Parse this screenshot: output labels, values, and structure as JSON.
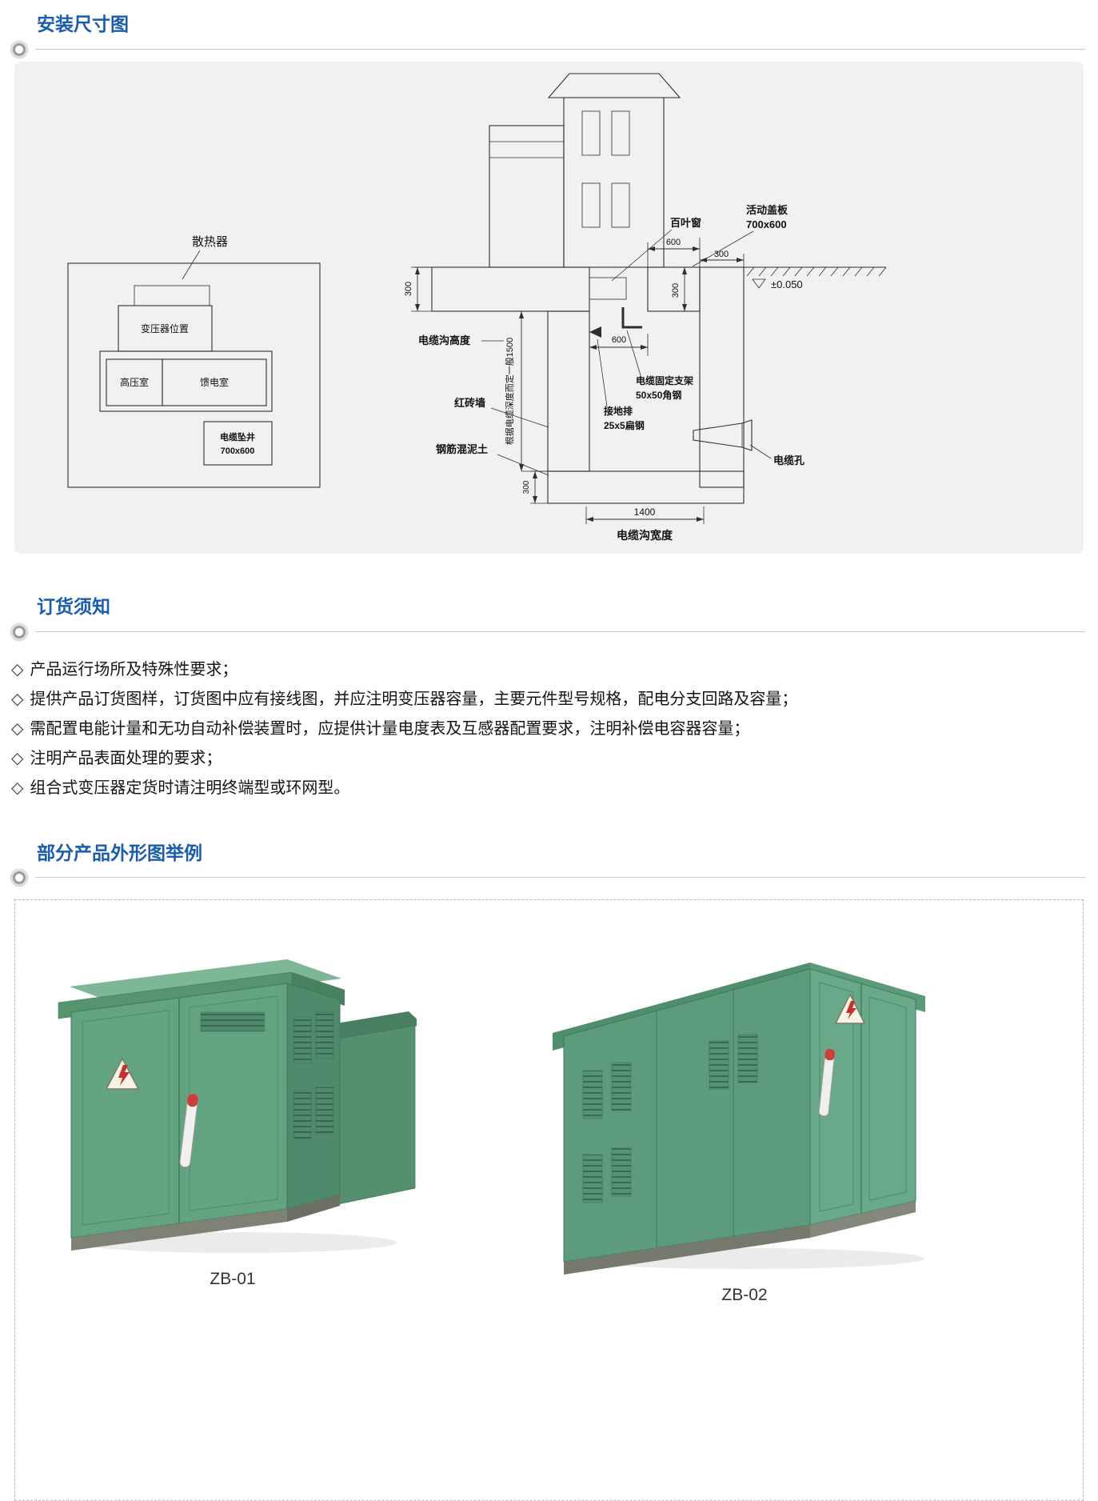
{
  "colors": {
    "accent": "#1a5dab",
    "panel_bg": "#f1f1f2",
    "cabinet_green": "#63a380"
  },
  "headers": {
    "install": "安装尺寸图",
    "order": "订货须知",
    "gallery": "部分产品外形图举例"
  },
  "order_notes": {
    "bullet": "◇",
    "items": [
      "产品运行场所及特殊性要求；",
      "提供产品订货图样，订货图中应有接线图，并应注明变压器容量，主要元件型号规格，配电分支回路及容量；",
      "需配置电能计量和无功自动补偿装置时，应提供计量电度表及互感器配置要求，注明补偿电容器容量；",
      "注明产品表面处理的要求；",
      "组合式变压器定货时请注明终端型或环网型。"
    ]
  },
  "diagram": {
    "plan": {
      "radiator_label": "散热器",
      "transformer_label": "变压器位置",
      "hv_room_label": "高压室",
      "feeder_room_label": "馈电室",
      "cable_well_label": "电缆坠井",
      "cable_well_size": "700x600"
    },
    "section": {
      "louver_label": "百叶窗",
      "cover_label": "活动盖板",
      "cover_size": "700x600",
      "dim_top_600": "600",
      "dim_top_300": "300",
      "dim_cover_300": "300",
      "level_mark": "±0.050",
      "dim_left_300": "300",
      "trench_height_label": "电缆沟高度",
      "depth_note": "根据电缆深度而定一般1500",
      "dim_inner_600": "600",
      "bracket_label_1": "电缆固定支架",
      "bracket_label_2": "50x50角钢",
      "brick_wall_label": "红砖墙",
      "ground_bar_label_1": "接地排",
      "ground_bar_label_2": "25x5扁钢",
      "concrete_label": "钢筋混泥土",
      "cable_hole_label": "电缆孔",
      "dim_bottom_300": "300",
      "dim_width_1400": "1400",
      "trench_width_label": "电缆沟宽度"
    }
  },
  "products": [
    {
      "label": "ZB-01"
    },
    {
      "label": "ZB-02"
    }
  ]
}
